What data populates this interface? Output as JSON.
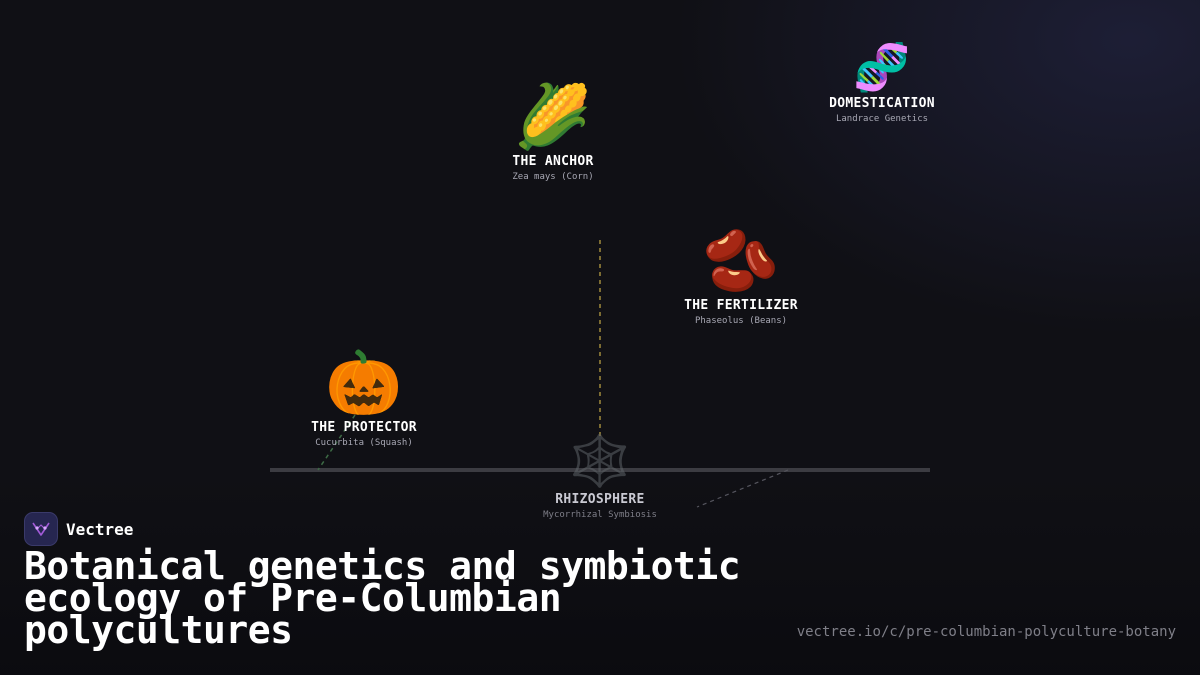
{
  "nodes": {
    "anchor": {
      "emoji": "🌽",
      "title": "THE ANCHOR",
      "subtitle": "Zea mays (Corn)"
    },
    "domestication": {
      "emoji": "🧬",
      "title": "DOMESTICATION",
      "subtitle": "Landrace Genetics"
    },
    "fertilizer": {
      "emoji": "🫘",
      "title": "THE FERTILIZER",
      "subtitle": "Phaseolus (Beans)"
    },
    "protector": {
      "emoji": "🎃",
      "title": "THE PROTECTOR",
      "subtitle": "Cucurbita (Squash)"
    },
    "rhizosphere": {
      "emoji": "🕸️",
      "title": "RHIZOSPHERE",
      "subtitle": "Mycorrhizal Symbiosis"
    }
  },
  "brand": {
    "name": "Vectree",
    "icon": "vectree-logo-icon"
  },
  "headline": "Botanical genetics and symbiotic ecology of Pre-Columbian polycultures",
  "url": "vectree.io/c/pre-columbian-polyculture-botany",
  "colors": {
    "background": "#101015",
    "ground_line": "#3c3c42",
    "anchor_connector": "#a08a3c",
    "protector_connector": "#3d6b45",
    "fertilizer_connector": "#55555e",
    "logo_background": "#262650",
    "logo_mark": "#a25ad8"
  }
}
